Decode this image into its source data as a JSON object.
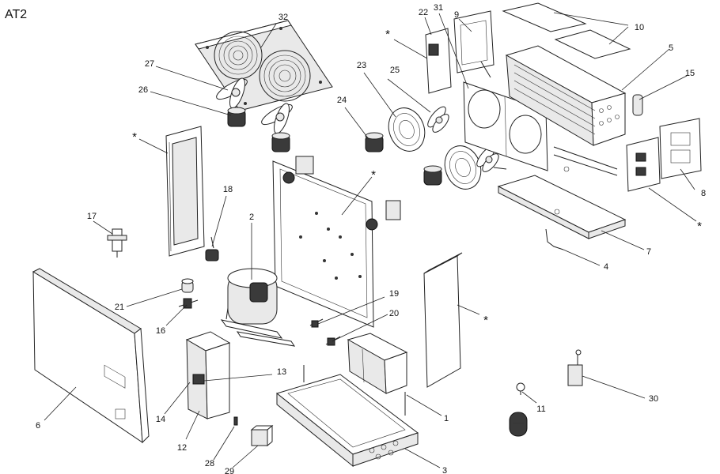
{
  "title": "AT2",
  "labels": [
    "1",
    "2",
    "3",
    "4",
    "5",
    "6",
    "7",
    "8",
    "9",
    "10",
    "11",
    "12",
    "13",
    "14",
    "15",
    "16",
    "17",
    "18",
    "19",
    "20",
    "21",
    "22",
    "23",
    "24",
    "25",
    "26",
    "27",
    "28",
    "29",
    "30",
    "31",
    "32"
  ],
  "star": "*"
}
